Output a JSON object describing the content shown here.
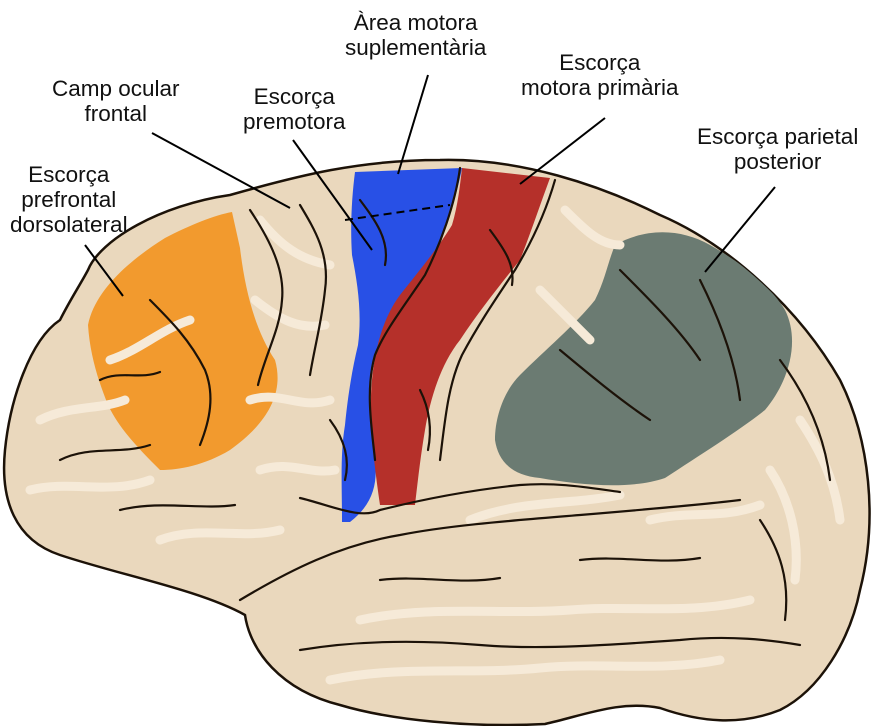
{
  "colors": {
    "cortex": "#ead8bd",
    "dorsolateral_prefrontal": "#f29a2e",
    "premotor": "#2850e6",
    "primary_motor": "#b5302a",
    "posterior_parietal": "#6b7b72",
    "outline": "#1c1208",
    "pointer_lines": "#000000"
  },
  "labels": {
    "supplementary_motor": "Àrea motora\nsuplementària",
    "primary_motor": "Escorça\nmotora primària",
    "frontal_eye_field": "Camp ocular\nfrontal",
    "premotor": "Escorça\npremotora",
    "posterior_parietal": "Escorça parietal\nposterior",
    "dorsolateral_prefrontal": "Escorça\nprefrontal\ndorsolateral"
  }
}
